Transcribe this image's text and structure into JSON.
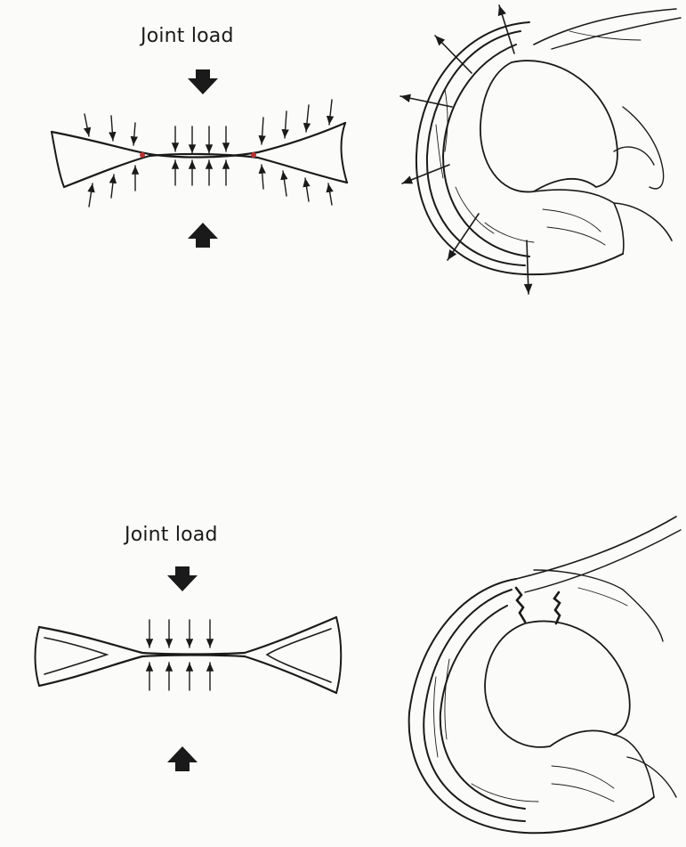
{
  "panels": [
    {
      "id": "intact-meniscus",
      "label": "Joint load"
    },
    {
      "id": "torn-meniscus",
      "label": "Joint load"
    }
  ],
  "colors": {
    "ink": "#1a1a1a",
    "paper": "#fbfbf9"
  }
}
